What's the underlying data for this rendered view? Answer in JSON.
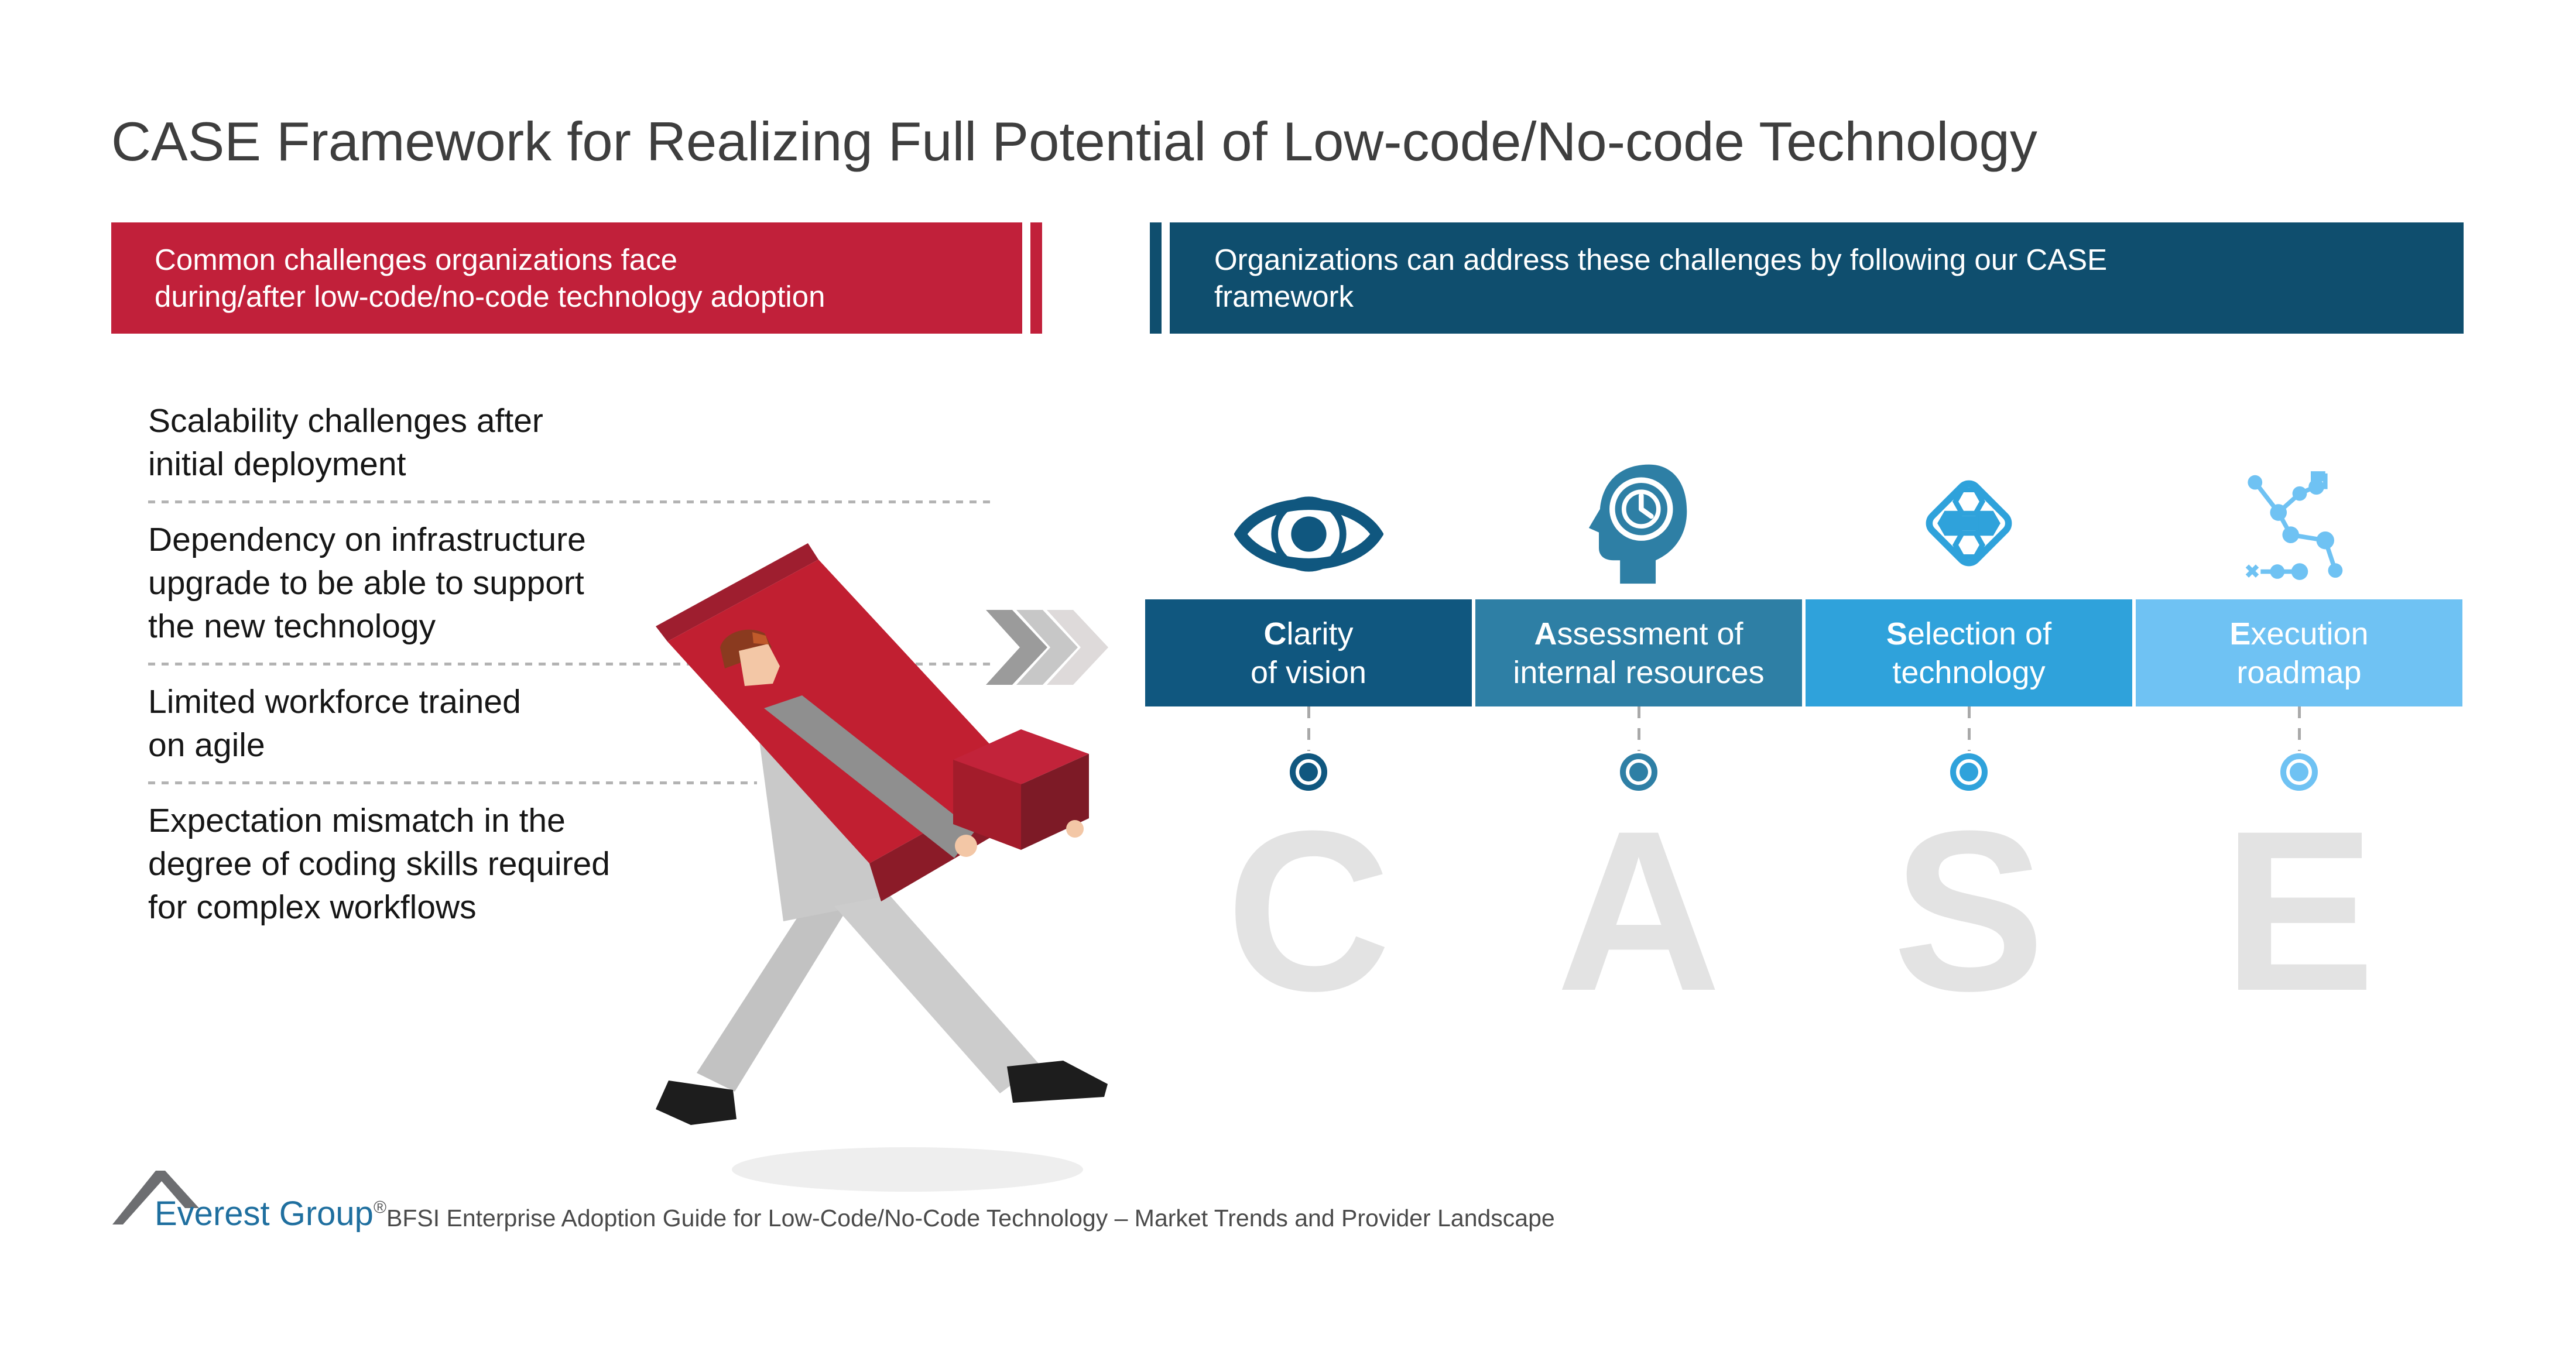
{
  "title": "CASE Framework for Realizing Full Potential of Low-code/No-code Technology",
  "banners": {
    "left": {
      "text": "Common challenges organizations face\nduring/after low-code/no-code technology adoption",
      "color": "#c1203a"
    },
    "right": {
      "text": "Organizations can address these challenges by following our CASE\nframework",
      "color": "#0f4e6e"
    }
  },
  "challenges": {
    "items": [
      "Scalability challenges after\ninitial deployment",
      "Dependency on infrastructure\nupgrade to be able to support\nthe new technology",
      "Limited workforce trained\non agile",
      "Expectation mismatch in the\ndegree of coding skills required\nfor complex workflows"
    ]
  },
  "framework": {
    "letter_color": "#e3e3e3",
    "columns": [
      {
        "id": "clarity",
        "icon": "eye-icon",
        "label": "Clarity\nof vision",
        "letter": "C",
        "color": "#10577f"
      },
      {
        "id": "assessment",
        "icon": "head-clock-icon",
        "label": "Assessment of\ninternal resources",
        "letter": "A",
        "color": "#2e7fa5"
      },
      {
        "id": "selection",
        "icon": "hexagons-icon",
        "label": "Selection of\ntechnology",
        "letter": "S",
        "color": "#2fa2db"
      },
      {
        "id": "execution",
        "icon": "roadmap-icon",
        "label": "Execution\nroadmap",
        "letter": "E",
        "color": "#6fc2f3"
      }
    ]
  },
  "footer": {
    "logo_text": "Everest Group",
    "registered_mark": "®",
    "source": "BFSI Enterprise Adoption Guide for Low-Code/No-Code Technology – Market Trends and Provider Landscape"
  }
}
